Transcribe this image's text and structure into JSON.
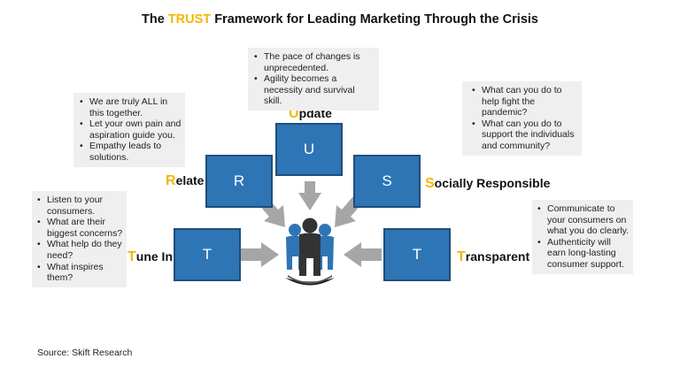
{
  "title": {
    "before": "The ",
    "accent": "TRUST",
    "after": " Framework for Leading Marketing Through the Crisis"
  },
  "colors": {
    "accent": "#f2b705",
    "tile": "#2e75b6",
    "tile_border": "#1f4e79",
    "arrow": "#a6a6a6",
    "note_bg": "#efefef"
  },
  "notes": {
    "update": [
      "The pace of changes is unprecedented.",
      "Agility becomes a necessity and survival skill."
    ],
    "relate": [
      "We are truly ALL in this together.",
      "Let your own pain and aspiration guide you.",
      "Empathy leads to solutions."
    ],
    "social": [
      "What can you do to help fight the pandemic?",
      "What can you do to support the individuals and community?"
    ],
    "tune": [
      "Listen to your consumers.",
      "What are their biggest concerns?",
      "What help do they need?",
      "What inspires them?"
    ],
    "transparent": [
      "Communicate to your consumers on what you do clearly.",
      "Authenticity will earn long-lasting consumer support."
    ]
  },
  "tiles": {
    "u": "U",
    "r": "R",
    "s": "S",
    "t_left": "T",
    "t_right": "T"
  },
  "labels": {
    "update": {
      "first": "U",
      "rest": "pdate"
    },
    "relate": {
      "first": "R",
      "rest": "elate"
    },
    "social": {
      "first": "S",
      "rest": "ocially Responsible"
    },
    "tune": {
      "first": "T",
      "rest": "une In"
    },
    "transparent": {
      "first": "T",
      "rest": "ransparent"
    }
  },
  "center_icon": "people-group-icon",
  "source": "Source: Skift Research"
}
